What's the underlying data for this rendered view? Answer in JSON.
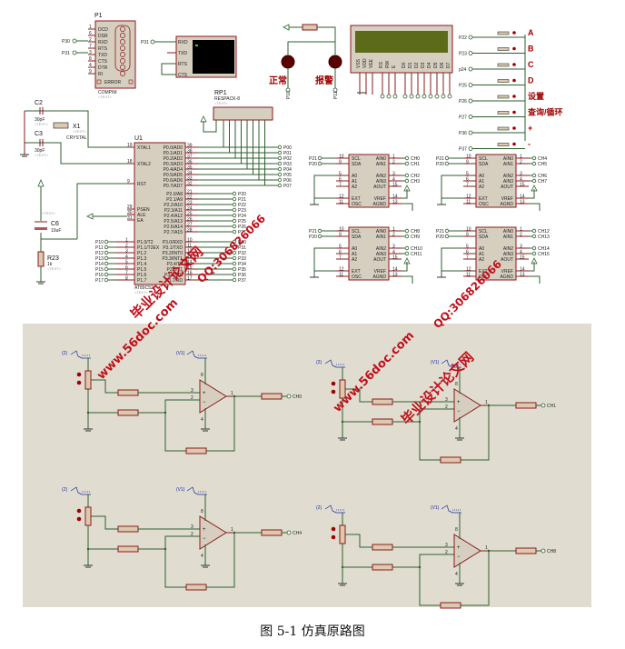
{
  "caption": "图 5-1  仿真原路图",
  "colors": {
    "wire": "#2e5f2e",
    "pin": "#8b1a1a",
    "chip_fill": "#d6cfc0",
    "lower_panel_bg": "#e0ddd0",
    "watermark": "#c0101a",
    "lcd_screen": "#5c6b1a"
  },
  "top": {
    "serial": {
      "ref": "P1",
      "model": "COMPIM",
      "text_tag": "<TEXT>",
      "pins": [
        {
          "num": "1",
          "name": "DCD"
        },
        {
          "num": "6",
          "name": "DSR"
        },
        {
          "num": "2",
          "name": "RXD"
        },
        {
          "num": "7",
          "name": "RTS"
        },
        {
          "num": "3",
          "name": "TXD"
        },
        {
          "num": "8",
          "name": "CTS"
        },
        {
          "num": "4",
          "name": "DTR"
        },
        {
          "num": "9",
          "name": "RI"
        }
      ],
      "net_rxd": "P30",
      "net_txd": "P31",
      "error_label": "ERROR"
    },
    "terminal": {
      "net": "P31",
      "pins": [
        "RXD",
        "TXD",
        "RTS",
        "CTS"
      ]
    },
    "leds": {
      "normal_label": "正常",
      "alarm_label": "报警",
      "normal_net": "P10",
      "alarm_net": "P11"
    },
    "lcd": {
      "pins_top": [
        "VSS",
        "VDD",
        "VEE",
        "RS",
        "RW",
        "E",
        "D0",
        "D1",
        "D2",
        "D3",
        "D4",
        "D5",
        "D6",
        "D7"
      ],
      "nets": [
        "P20",
        "P21",
        "P22",
        "P00",
        "P01",
        "P02",
        "P03",
        "P04",
        "P05",
        "P06",
        "P07"
      ]
    },
    "keys": [
      {
        "net": "P22",
        "label": "A"
      },
      {
        "net": "P23",
        "label": "B"
      },
      {
        "net": "p24",
        "label": "C"
      },
      {
        "net": "P25",
        "label": "D"
      },
      {
        "net": "P26",
        "label": "设置"
      },
      {
        "net": "P27",
        "label": "查询/循环"
      },
      {
        "net": "P36",
        "label": "+"
      },
      {
        "net": "P37",
        "label": "-"
      }
    ],
    "crystal": {
      "c2": {
        "ref": "C2",
        "value": "30pF",
        "text_tag": "<TEXT>"
      },
      "c3": {
        "ref": "C3",
        "value": "30pF",
        "text_tag": "<TEXT>"
      },
      "x1": {
        "ref": "X1",
        "model": "CRYSTAL",
        "text_tag": "<TEXT>"
      }
    },
    "reset": {
      "c6": {
        "ref": "C6",
        "value": "10uF",
        "text_tag": "<TEXT>"
      },
      "r23": {
        "ref": "R23",
        "value": "1k",
        "text_tag": "<TEXT>"
      }
    },
    "rpack": {
      "ref": "RP1",
      "model": "RESPACK-8",
      "text_tag": "<TEXT>"
    },
    "mcu": {
      "ref": "U1",
      "model": "AT89C52",
      "text_tag": "<TEXT>",
      "left_pins": [
        {
          "num": "19",
          "name": "XTAL1"
        },
        {
          "num": "18",
          "name": "XTAL2"
        },
        {
          "num": "9",
          "name": "RST"
        },
        {
          "num": "29",
          "name": "PSEN"
        },
        {
          "num": "30",
          "name": "ALE"
        },
        {
          "num": "31",
          "name": "EA"
        }
      ],
      "p1_pins": [
        {
          "num": "1",
          "name": "P1.0/T2",
          "net": "P10"
        },
        {
          "num": "2",
          "name": "P1.1/T2EX",
          "net": "P11"
        },
        {
          "num": "3",
          "name": "P1.2",
          "net": "P12"
        },
        {
          "num": "4",
          "name": "P1.3",
          "net": "P13"
        },
        {
          "num": "5",
          "name": "P1.4",
          "net": "P14"
        },
        {
          "num": "6",
          "name": "P1.5",
          "net": "P15"
        },
        {
          "num": "7",
          "name": "P1.6",
          "net": "P16"
        },
        {
          "num": "8",
          "name": "P1.7",
          "net": "P17"
        }
      ],
      "p0_pins": [
        {
          "num": "39",
          "name": "P0.0/AD0",
          "net": "P00"
        },
        {
          "num": "38",
          "name": "P0.1/AD1",
          "net": "P01"
        },
        {
          "num": "37",
          "name": "P0.2/AD2",
          "net": "P02"
        },
        {
          "num": "36",
          "name": "P0.3/AD3",
          "net": "P03"
        },
        {
          "num": "35",
          "name": "P0.4/AD4",
          "net": "P04"
        },
        {
          "num": "34",
          "name": "P0.5/AD5",
          "net": "P05"
        },
        {
          "num": "33",
          "name": "P0.6/AD6",
          "net": "P06"
        },
        {
          "num": "32",
          "name": "P0.7/AD7",
          "net": "P07"
        }
      ],
      "p2_pins": [
        {
          "num": "21",
          "name": "P2.0/A8",
          "net": "P20"
        },
        {
          "num": "22",
          "name": "P2.1/A9",
          "net": "P21"
        },
        {
          "num": "23",
          "name": "P2.2/A10",
          "net": "P22"
        },
        {
          "num": "24",
          "name": "P2.3/A11",
          "net": "P23"
        },
        {
          "num": "25",
          "name": "P2.4/A12",
          "net": "P24"
        },
        {
          "num": "26",
          "name": "P2.5/A13",
          "net": "P25"
        },
        {
          "num": "27",
          "name": "P2.6/A14",
          "net": "P26"
        },
        {
          "num": "28",
          "name": "P2.7/A15",
          "net": "P27"
        }
      ],
      "p3_pins": [
        {
          "num": "10",
          "name": "P3.0/RXD",
          "net": "P30"
        },
        {
          "num": "11",
          "name": "P3.1/TXD",
          "net": "P31"
        },
        {
          "num": "12",
          "name": "P3.2/INT0",
          "net": "P32"
        },
        {
          "num": "13",
          "name": "P3.3/INT1",
          "net": "P33"
        },
        {
          "num": "14",
          "name": "P3.4/T0",
          "net": "P34"
        },
        {
          "num": "15",
          "name": "P3.5/T1",
          "net": "P35"
        },
        {
          "num": "16",
          "name": "P3.6/WR",
          "net": "P36"
        },
        {
          "num": "17",
          "name": "P3.7/RD",
          "net": "P37"
        }
      ]
    },
    "adcs": [
      {
        "channels": [
          "CH0",
          "CH1",
          "CH2",
          "CH3"
        ]
      },
      {
        "channels": [
          "CH4",
          "CH5",
          "CH6",
          "CH7"
        ]
      },
      {
        "channels": [
          "CH8",
          "CH9",
          "CH10",
          "CH11"
        ]
      },
      {
        "channels": [
          "CH12",
          "CH13",
          "CH14",
          "CH15"
        ]
      }
    ],
    "adc_pins": {
      "left": [
        {
          "num": "10",
          "name": "SCL",
          "net": "P21"
        },
        {
          "num": "9",
          "name": "SDA",
          "net": "P20"
        },
        {
          "num": "5",
          "name": "A0"
        },
        {
          "num": "6",
          "name": "A1"
        },
        {
          "num": "7",
          "name": "A2"
        },
        {
          "num": "12",
          "name": "EXT"
        },
        {
          "num": "11",
          "name": "OSC"
        }
      ],
      "right": [
        {
          "num": "1",
          "name": "AIN0"
        },
        {
          "num": "2",
          "name": "AIN1"
        },
        {
          "num": "3",
          "name": "AIN2"
        },
        {
          "num": "4",
          "name": "AIN3"
        },
        {
          "num": "15",
          "name": "AOUT"
        },
        {
          "num": "14",
          "name": "VREF"
        },
        {
          "num": "13",
          "name": "AGND"
        }
      ]
    }
  },
  "amplifiers": [
    {
      "output": "CH0",
      "supply_label": "(V1)",
      "sensor_label": "(2)",
      "pin_plus": "3",
      "pin_minus": "2",
      "pin_out": "1",
      "pin_vcc": "8",
      "pin_gnd": "4"
    },
    {
      "output": "CH1",
      "supply_label": "(V1)",
      "sensor_label": "(2)",
      "pin_plus": "3",
      "pin_minus": "2",
      "pin_out": "1",
      "pin_vcc": "8",
      "pin_gnd": "4"
    },
    {
      "output": "CH4",
      "supply_label": "(V1)",
      "sensor_label": "(2)",
      "pin_plus": "3",
      "pin_minus": "2",
      "pin_out": "1",
      "pin_vcc": "8",
      "pin_gnd": "4"
    },
    {
      "output": "CH8",
      "supply_label": "(V1)",
      "sensor_label": "(2)",
      "pin_plus": "3",
      "pin_minus": "2",
      "pin_out": "1",
      "pin_vcc": "8",
      "pin_gnd": "4"
    }
  ],
  "watermarks": {
    "site": "www.56doc.com",
    "name": "毕业设计论文网",
    "qq": "QQ:306826066"
  }
}
